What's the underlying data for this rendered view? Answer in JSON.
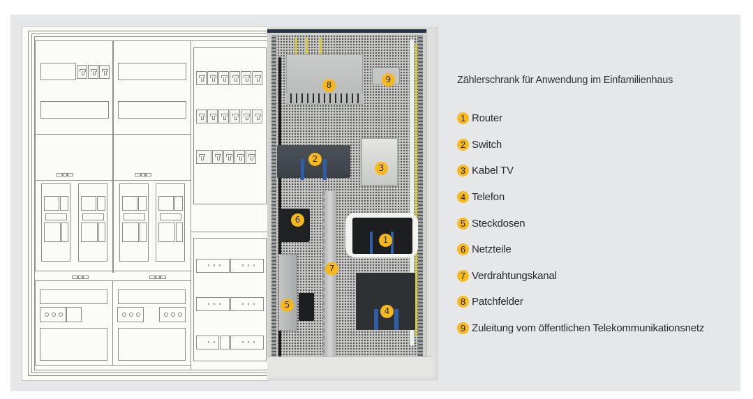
{
  "figure": {
    "title": "Zählerschrank für Anwendung im Einfamilienhaus",
    "badge_color": "#f8bb1e",
    "panel_color": "#e6e7e8",
    "legend": [
      {
        "number": "1",
        "label": "Router"
      },
      {
        "number": "2",
        "label": "Switch"
      },
      {
        "number": "3",
        "label": "Kabel TV"
      },
      {
        "number": "4",
        "label": "Telefon"
      },
      {
        "number": "5",
        "label": "Steckdosen"
      },
      {
        "number": "6",
        "label": "Netzteile"
      },
      {
        "number": "7",
        "label": "Verdrahtungskanal"
      },
      {
        "number": "8",
        "label": "Patchfelder"
      },
      {
        "number": "9",
        "label": "Zuleitung vom öffentlichen Telekommunikationsnetz"
      }
    ]
  }
}
